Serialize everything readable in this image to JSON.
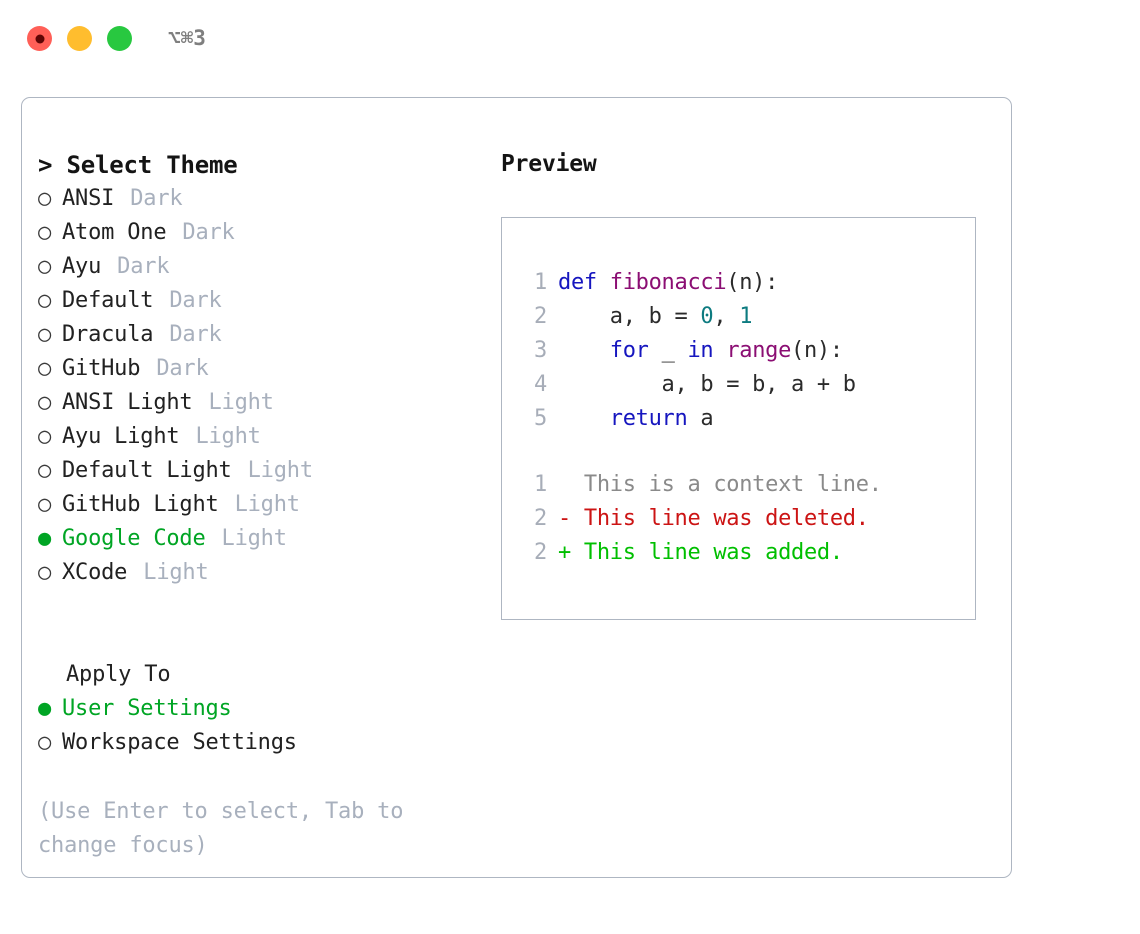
{
  "titlebar": {
    "shortcut": "⌥⌘3",
    "buttons": [
      {
        "name": "close",
        "color": "#ff5f57"
      },
      {
        "name": "minimize",
        "color": "#ffbd2e"
      },
      {
        "name": "maximize",
        "color": "#28c840"
      }
    ]
  },
  "theme_panel": {
    "heading": "> Select Theme",
    "options": [
      {
        "bullet": "○",
        "name": "ANSI",
        "variant": "Dark",
        "selected": false
      },
      {
        "bullet": "○",
        "name": "Atom One",
        "variant": "Dark",
        "selected": false
      },
      {
        "bullet": "○",
        "name": "Ayu",
        "variant": "Dark",
        "selected": false
      },
      {
        "bullet": "○",
        "name": "Default",
        "variant": "Dark",
        "selected": false
      },
      {
        "bullet": "○",
        "name": "Dracula",
        "variant": "Dark",
        "selected": false
      },
      {
        "bullet": "○",
        "name": "GitHub",
        "variant": "Dark",
        "selected": false
      },
      {
        "bullet": "○",
        "name": "ANSI Light",
        "variant": "Light",
        "selected": false
      },
      {
        "bullet": "○",
        "name": "Ayu Light",
        "variant": "Light",
        "selected": false
      },
      {
        "bullet": "○",
        "name": "Default Light",
        "variant": "Light",
        "selected": false
      },
      {
        "bullet": "○",
        "name": "GitHub Light",
        "variant": "Light",
        "selected": false
      },
      {
        "bullet": "●",
        "name": "Google Code",
        "variant": "Light",
        "selected": true
      },
      {
        "bullet": "○",
        "name": "XCode",
        "variant": "Light",
        "selected": false
      }
    ],
    "apply_to": {
      "heading": "Apply To",
      "options": [
        {
          "bullet": "●",
          "name": "User Settings",
          "selected": true
        },
        {
          "bullet": "○",
          "name": "Workspace Settings",
          "selected": false
        }
      ]
    },
    "hint": "(Use Enter to select, Tab to change focus)"
  },
  "preview": {
    "title": "Preview",
    "code": [
      {
        "no": "1",
        "tokens": [
          {
            "t": "def ",
            "c": "kw"
          },
          {
            "t": "fibonacci",
            "c": "fn"
          },
          {
            "t": "(n):",
            "c": "plain"
          }
        ]
      },
      {
        "no": "2",
        "tokens": [
          {
            "t": "    a, b = ",
            "c": "plain"
          },
          {
            "t": "0",
            "c": "num"
          },
          {
            "t": ", ",
            "c": "plain"
          },
          {
            "t": "1",
            "c": "num"
          }
        ]
      },
      {
        "no": "3",
        "tokens": [
          {
            "t": "    ",
            "c": "plain"
          },
          {
            "t": "for",
            "c": "kw"
          },
          {
            "t": " _ ",
            "c": "plain"
          },
          {
            "t": "in",
            "c": "kw"
          },
          {
            "t": " ",
            "c": "plain"
          },
          {
            "t": "range",
            "c": "fn"
          },
          {
            "t": "(n):",
            "c": "plain"
          }
        ]
      },
      {
        "no": "4",
        "tokens": [
          {
            "t": "        a, b = b, a + b",
            "c": "plain"
          }
        ]
      },
      {
        "no": "5",
        "tokens": [
          {
            "t": "    ",
            "c": "plain"
          },
          {
            "t": "return",
            "c": "kw"
          },
          {
            "t": " a",
            "c": "plain"
          }
        ]
      }
    ],
    "diff": [
      {
        "no": "1",
        "marker": " ",
        "text": " This is a context line.",
        "kind": "ctx"
      },
      {
        "no": "2",
        "marker": "-",
        "text": " This line was deleted.",
        "kind": "del"
      },
      {
        "no": "2",
        "marker": "+",
        "text": " This line was added.",
        "kind": "add"
      }
    ]
  },
  "colors": {
    "accent_green": "#00a524",
    "muted": "#a8b0bd",
    "border": "#aeb6c2",
    "keyword": "#1616bf",
    "function": "#8b0e73",
    "number": "#0d7b80",
    "diff_add": "#00bf00",
    "diff_del": "#cc1414",
    "diff_ctx": "#8a8a8a"
  }
}
